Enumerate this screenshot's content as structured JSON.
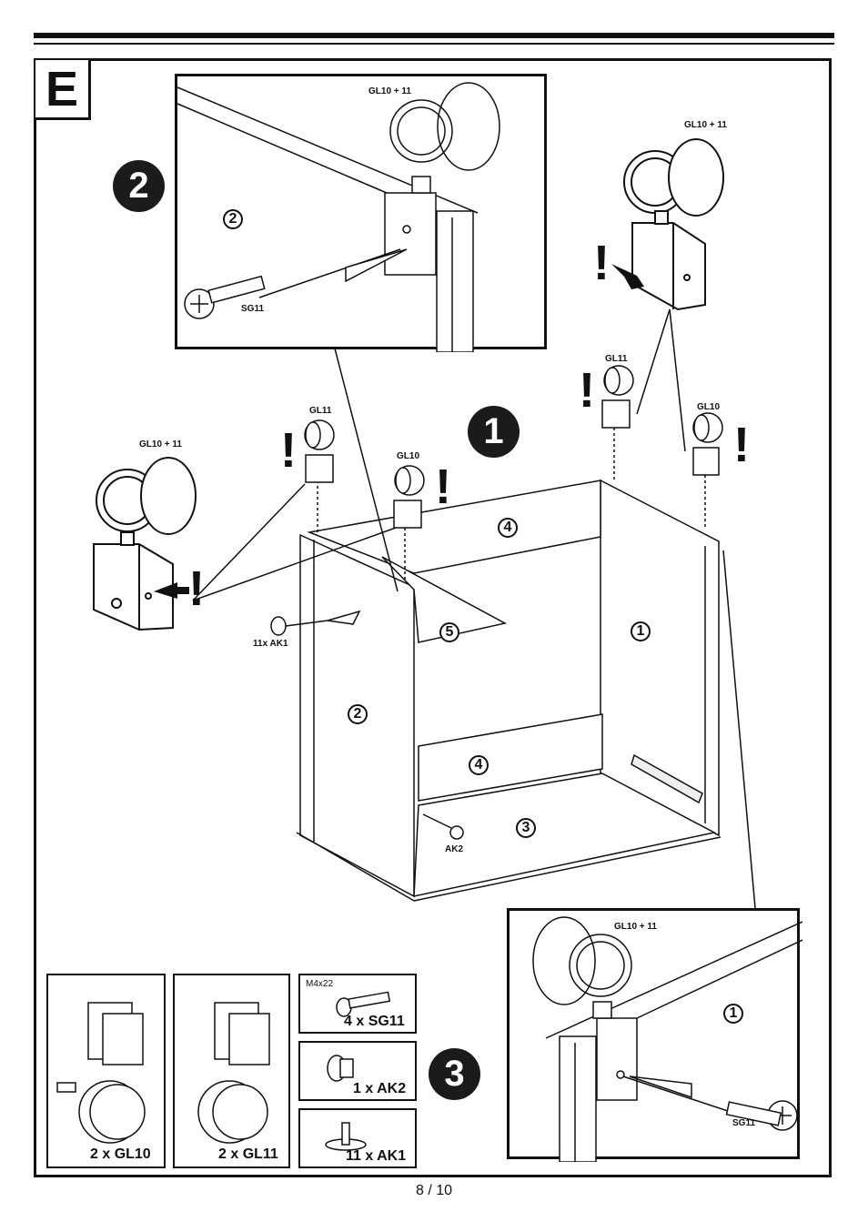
{
  "step_letter": "E",
  "steps": {
    "one": "1",
    "two": "2",
    "three": "3"
  },
  "part_numbers": {
    "p1": "1",
    "p2": "2",
    "p3": "3",
    "p4": "4",
    "p5": "5"
  },
  "labels": {
    "gl10_11": "GL10 + 11",
    "gl10": "GL10",
    "gl11": "GL11",
    "sg11": "SG11",
    "ak1": "11x AK1",
    "ak2": "AK2"
  },
  "warning": "!",
  "parts_list": [
    {
      "qty": "2 x GL10"
    },
    {
      "qty": "2 x GL11"
    },
    {
      "qty": "4 x SG11",
      "size": "M4x22"
    },
    {
      "qty": "1 x AK2"
    },
    {
      "qty": "11 x AK1"
    }
  ],
  "page_number": "8 / 10"
}
